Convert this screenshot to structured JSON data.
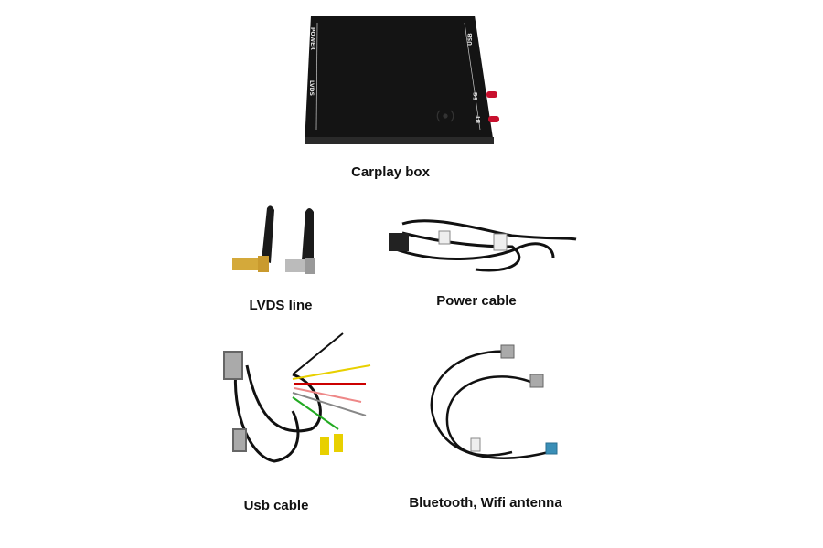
{
  "items": [
    {
      "caption": "Carplay box",
      "port_labels": [
        "POWER",
        "LVDS",
        "USB",
        "5G",
        "BT"
      ]
    },
    {
      "caption": "LVDS line"
    },
    {
      "caption": "Power cable"
    },
    {
      "caption": "Usb cable"
    },
    {
      "caption": "Bluetooth, Wifi antenna"
    }
  ],
  "colors": {
    "box": "#151515",
    "antenna_connector": "#c8102e",
    "gold": "#d4a93a"
  }
}
